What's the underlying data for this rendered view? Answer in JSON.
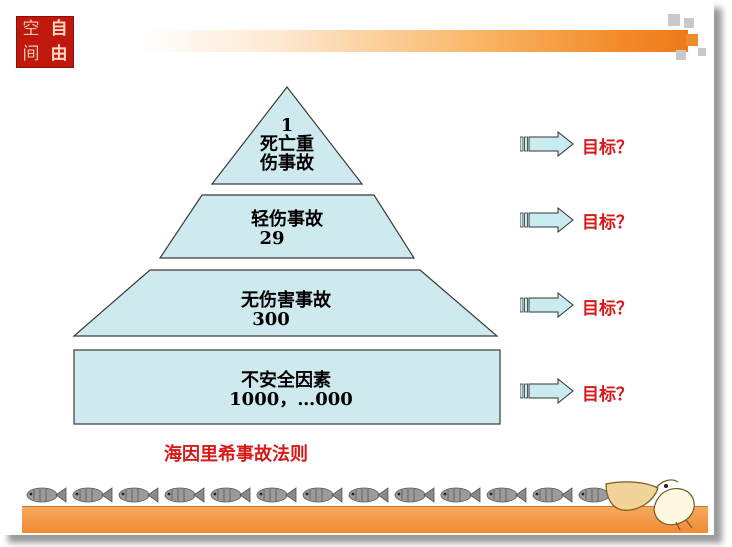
{
  "logo": {
    "chars": [
      "空",
      "自",
      "间",
      "由"
    ]
  },
  "pyramid": {
    "tiers": [
      {
        "lines": [
          "1",
          "死亡重",
          "伤事故"
        ]
      },
      {
        "lines": [
          "轻伤事故",
          "29"
        ]
      },
      {
        "lines": [
          "无伤害事故",
          "300"
        ]
      },
      {
        "lines": [
          "不安全因素",
          "1000，…000"
        ]
      }
    ]
  },
  "targets": [
    "目标？",
    "目标？",
    "目标？",
    "目标？"
  ],
  "caption": "海因里希事故法则",
  "colors": {
    "tier_fill": "#cfeaee",
    "tier_stroke": "#3a3a3a",
    "accent_red": "#d61a18",
    "accent_orange": "#f28a2a",
    "arrow_fill": "#c8ecf0"
  }
}
